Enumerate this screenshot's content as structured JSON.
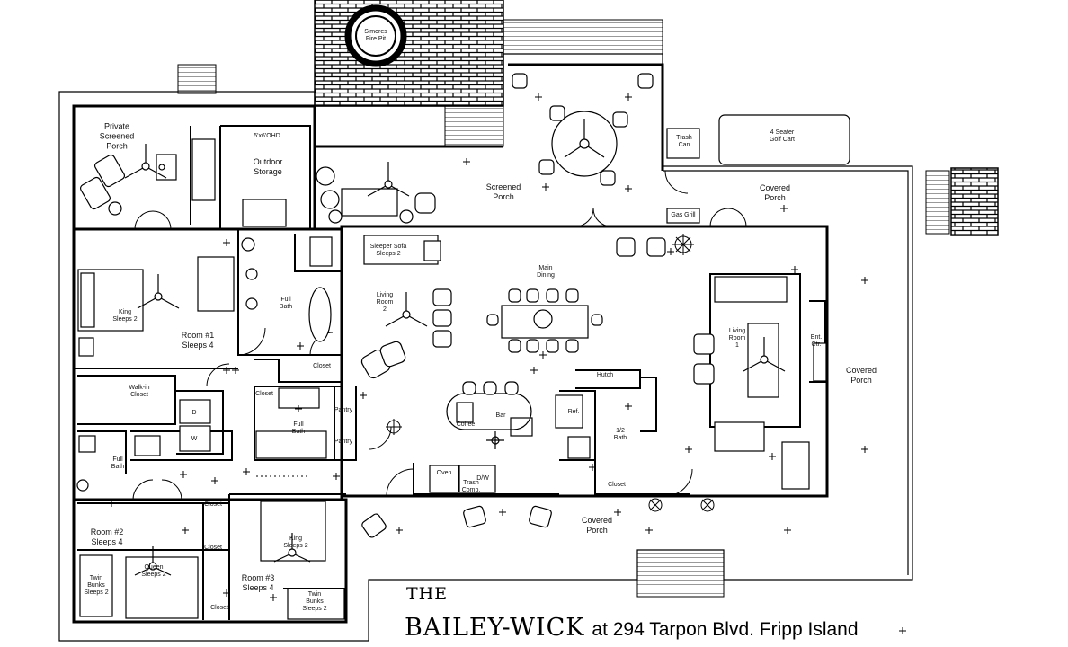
{
  "title": {
    "prefix": "THE",
    "name": "BAILEY-WICK",
    "address": "at 294 Tarpon Blvd. Fripp Island"
  },
  "rooms": [
    {
      "id": "smores",
      "text": "S'mores\nFire Pit"
    },
    {
      "id": "private-porch",
      "text": "Private\nScreened\nPorch"
    },
    {
      "id": "ohd",
      "text": "5'x6'OHD"
    },
    {
      "id": "outdoor-storage",
      "text": "Outdoor\nStorage"
    },
    {
      "id": "screened-porch",
      "text": "Screened\nPorch"
    },
    {
      "id": "trash-can",
      "text": "Trash\nCan"
    },
    {
      "id": "golf-cart",
      "text": "4 Seater\nGolf Cart"
    },
    {
      "id": "gas-grill",
      "text": "Gas Grill"
    },
    {
      "id": "covered-porch-ne",
      "text": "Covered\nPorch"
    },
    {
      "id": "sleeper-sofa",
      "text": "Sleeper Sofa\nSleeps 2"
    },
    {
      "id": "main-dining",
      "text": "Main\nDining"
    },
    {
      "id": "living-room-2",
      "text": "Living\nRoom\n2"
    },
    {
      "id": "full-bath-1",
      "text": "Full\nBath"
    },
    {
      "id": "king-1",
      "text": "King\nSleeps 2"
    },
    {
      "id": "room-1",
      "text": "Room #1\nSleeps 4"
    },
    {
      "id": "closet-a",
      "text": "Closet"
    },
    {
      "id": "walk-in-closet",
      "text": "Walk-in\nCloset"
    },
    {
      "id": "closet-b",
      "text": "Closet"
    },
    {
      "id": "washer",
      "text": "W"
    },
    {
      "id": "dryer",
      "text": "D"
    },
    {
      "id": "full-bath-2",
      "text": "Full\nBath"
    },
    {
      "id": "pantry-1",
      "text": "Pantry"
    },
    {
      "id": "pantry-2",
      "text": "Pantry"
    },
    {
      "id": "full-bath-3",
      "text": "Full\nBath"
    },
    {
      "id": "hutch",
      "text": "Hutch"
    },
    {
      "id": "bar",
      "text": "Bar"
    },
    {
      "id": "coffee",
      "text": "Coffee"
    },
    {
      "id": "ref",
      "text": "Ref."
    },
    {
      "id": "half-bath",
      "text": "1/2\nBath"
    },
    {
      "id": "closet-c",
      "text": "Closet"
    },
    {
      "id": "living-room-1",
      "text": "Living\nRoom\n1"
    },
    {
      "id": "ent-ctr",
      "text": "Ent.\nCtr."
    },
    {
      "id": "covered-porch-e",
      "text": "Covered\nPorch"
    },
    {
      "id": "oven",
      "text": "Oven"
    },
    {
      "id": "dw",
      "text": "D/W"
    },
    {
      "id": "trash-comp",
      "text": "Trash\nComp."
    },
    {
      "id": "covered-porch-s",
      "text": "Covered\nPorch"
    },
    {
      "id": "closet-d",
      "text": "Closet"
    },
    {
      "id": "closet-e",
      "text": "Closet"
    },
    {
      "id": "closet-f",
      "text": "Closet"
    },
    {
      "id": "room-2",
      "text": "Room #2\nSleeps 4"
    },
    {
      "id": "queen",
      "text": "Queen\nSleeps 2"
    },
    {
      "id": "twin-bunks-1",
      "text": "Twin\nBunks\nSleeps 2"
    },
    {
      "id": "king-3",
      "text": "King\nSleeps 2"
    },
    {
      "id": "room-3",
      "text": "Room #3\nSleeps 4"
    },
    {
      "id": "twin-bunks-2",
      "text": "Twin\nBunks\nSleeps 2"
    }
  ]
}
